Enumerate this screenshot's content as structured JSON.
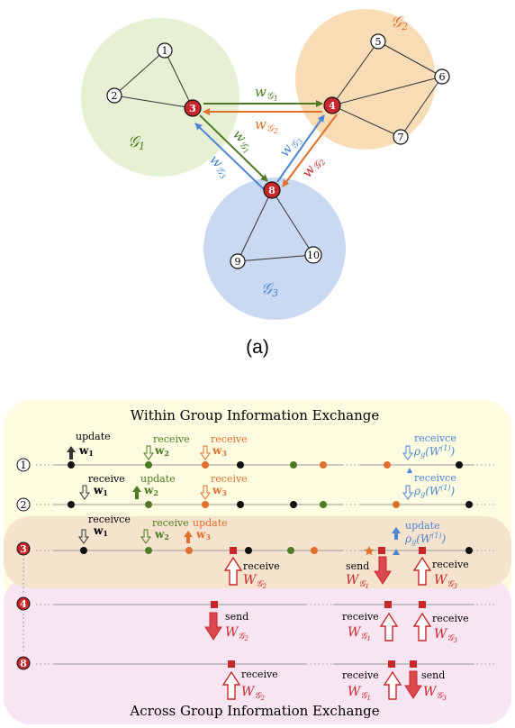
{
  "colors": {
    "g1_fill": "#e6f0d2",
    "g2_fill": "#f8dcb6",
    "g3_fill": "#c9d9f2",
    "within_fill": "#fdfbe0",
    "across_fill": "#f7e6f1",
    "band3_fill": "#f6e3cd",
    "red": "#c8262a",
    "green": "#4e7a25",
    "orange": "#e0702d",
    "blue": "#4c86d4",
    "black": "#111111"
  },
  "groups": [
    {
      "id": "g1",
      "label": "𝒢",
      "sub": "1"
    },
    {
      "id": "g2",
      "label": "𝒢",
      "sub": "2"
    },
    {
      "id": "g3",
      "label": "𝒢",
      "sub": "3"
    }
  ],
  "nodes": [
    "1",
    "2",
    "3",
    "4",
    "5",
    "6",
    "7",
    "8",
    "9",
    "10"
  ],
  "edge_labels": {
    "w": "w",
    "g": "𝒢",
    "s1": "1",
    "s2": "2",
    "s3": "3"
  },
  "caption_a": "(a)",
  "timeline": {
    "within_title": "Within Group Information Exchange",
    "across_title": "Across Group Information Exchange",
    "row_labels": [
      "1",
      "2",
      "3",
      "4",
      "8"
    ],
    "update": "update",
    "receive": "receive",
    "send": "send",
    "receivce": "receivce",
    "w": "w",
    "rho": "ρ",
    "rho_sub": "g",
    "rho_arg": "(W",
    "rho_sup": "(1)",
    "rho_close": ")",
    "W": "W",
    "g": "𝒢",
    "n1": "1",
    "n2": "2",
    "n3": "3"
  }
}
